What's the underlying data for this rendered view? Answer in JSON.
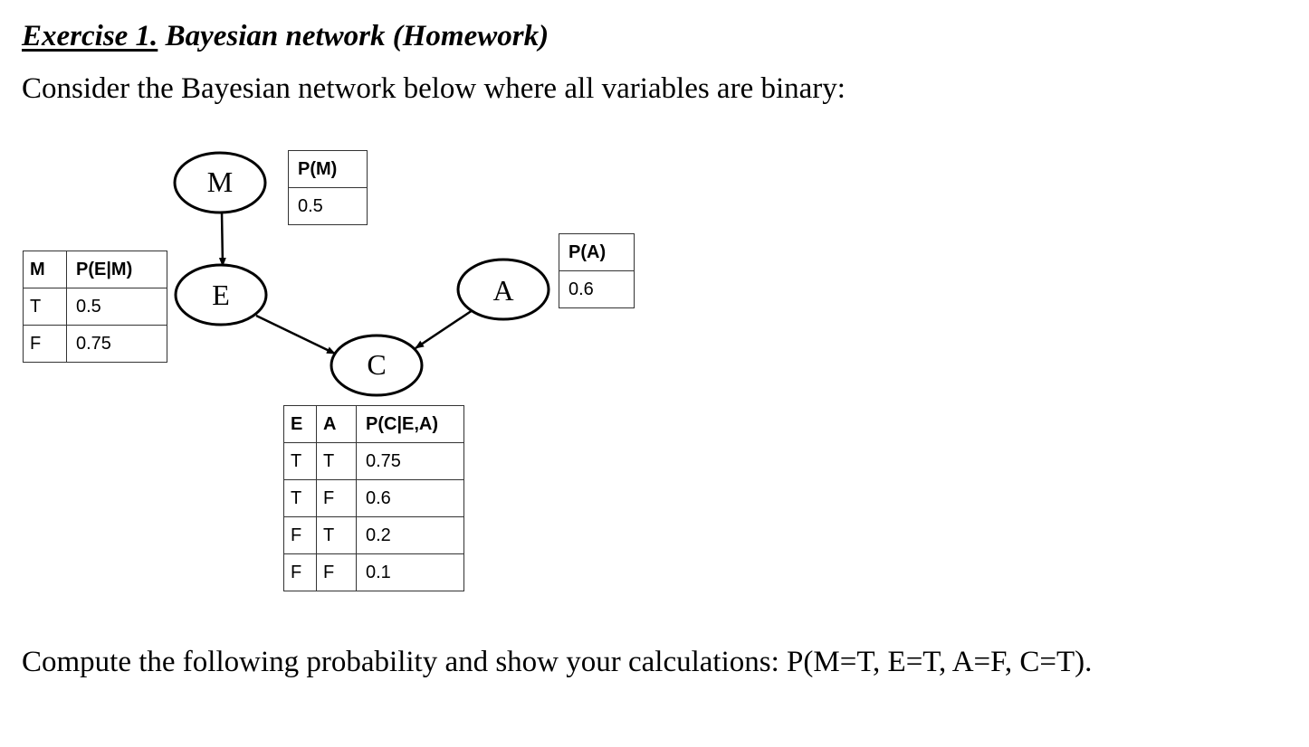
{
  "title": {
    "exercise_label": "Exercise 1.",
    "topic": " Bayesian network (Homework)"
  },
  "intro": "Consider the Bayesian network below where all variables are binary:",
  "question": "Compute the following probability and show your calculations: P(M=T, E=T, A=F, C=T).",
  "nodes": {
    "M": "M",
    "E": "E",
    "A": "A",
    "C": "C"
  },
  "cpt_m": {
    "header": "P(M)",
    "value": "0.5"
  },
  "cpt_a": {
    "header": "P(A)",
    "value": "0.6"
  },
  "cpt_e": {
    "headers": [
      "M",
      "P(E|M)"
    ],
    "rows": [
      [
        "T",
        "0.5"
      ],
      [
        "F",
        "0.75"
      ]
    ]
  },
  "cpt_c": {
    "headers": [
      "E",
      "A",
      "P(C|E,A)"
    ],
    "rows": [
      [
        "T",
        "T",
        "0.75"
      ],
      [
        "T",
        "F",
        "0.6"
      ],
      [
        "F",
        "T",
        "0.2"
      ],
      [
        "F",
        "F",
        "0.1"
      ]
    ]
  }
}
